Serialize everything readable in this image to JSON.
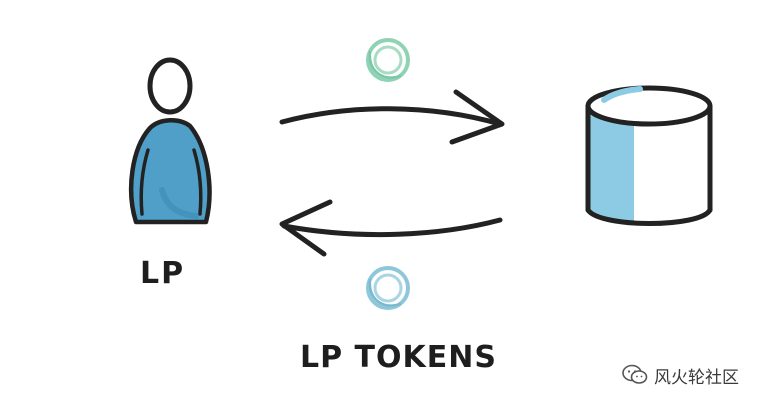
{
  "diagram": {
    "actor_label": "LP",
    "token_label": "LP TOKENS",
    "colors": {
      "ink": "#222222",
      "actor_blue": "#4f9fc8",
      "pool_blue": "#8ccbe3",
      "coin_top": "#8fd3b5",
      "coin_bottom": "#8fc7da"
    },
    "icons": [
      "person-icon",
      "coin-icon",
      "coin-icon",
      "pool-cylinder-icon",
      "arrow-right",
      "arrow-left"
    ]
  },
  "watermark": {
    "text": "风火轮社区",
    "icon": "wechat-icon"
  }
}
